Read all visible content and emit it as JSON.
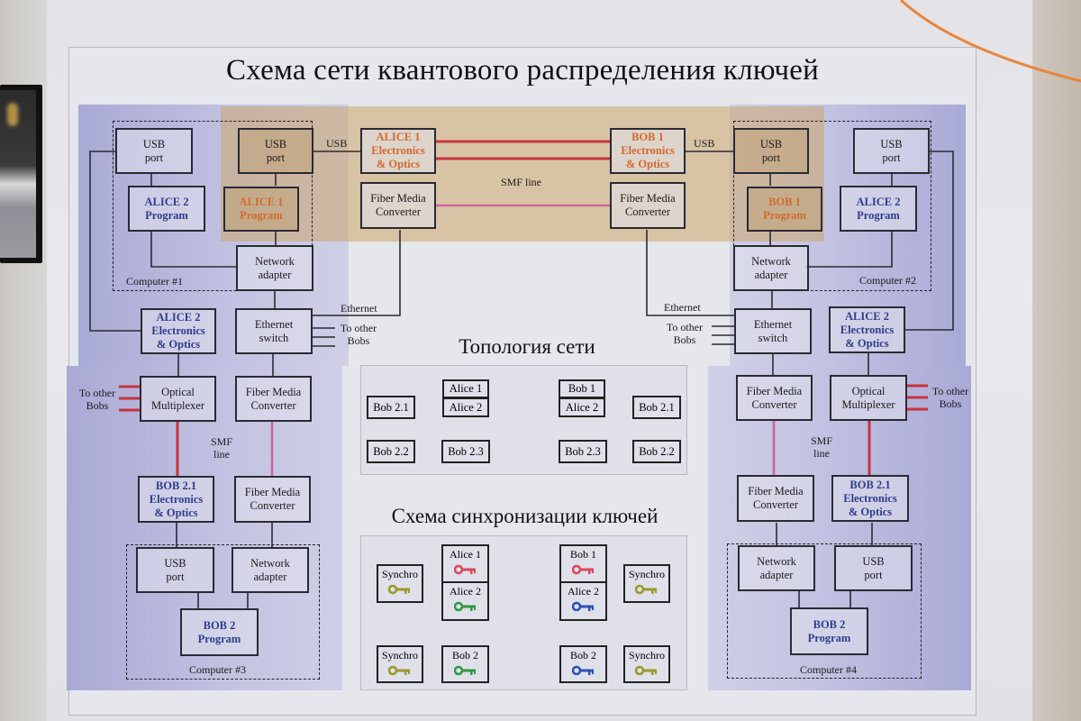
{
  "title": "Схема сети квантового распределения ключей",
  "colors": {
    "quantum_line": "#c6343c",
    "fiber_line": "#d0649a",
    "alice_bob1_accent": "#d36a2b",
    "alice_bob2_accent": "#2d3d8c",
    "key_red": "#d9485a",
    "key_green": "#2e9a45",
    "key_blue": "#3150b0",
    "key_olive": "#9a9a2a"
  },
  "main": {
    "usb_label": "USB",
    "smf_line": "SMF line",
    "ethernet": "Ethernet",
    "to_other_bobs": "To other Bobs",
    "smf": "SMF",
    "line": "line",
    "computer1": {
      "label": "Computer #1",
      "usb_port_a": [
        "USB",
        "port"
      ],
      "usb_port_b": [
        "USB",
        "port"
      ],
      "alice2_program": [
        "ALICE 2",
        "Program"
      ],
      "alice1_program": [
        "ALICE 1",
        "Program"
      ],
      "network_adapter": [
        "Network",
        "adapter"
      ]
    },
    "computer2": {
      "label": "Computer #2",
      "usb_port_a": [
        "USB",
        "port"
      ],
      "usb_port_b": [
        "USB",
        "port"
      ],
      "bob1_program": [
        "BOB 1",
        "Program"
      ],
      "alice2_program": [
        "ALICE 2",
        "Program"
      ],
      "network_adapter": [
        "Network",
        "adapter"
      ]
    },
    "alice1_eo": [
      "ALICE 1",
      "Electronics",
      "& Optics"
    ],
    "bob1_eo": [
      "BOB 1",
      "Electronics",
      "& Optics"
    ],
    "fmc_top_left": [
      "Fiber Media",
      "Converter"
    ],
    "fmc_top_right": [
      "Fiber Media",
      "Converter"
    ],
    "left": {
      "alice2_eo": [
        "ALICE 2",
        "Electronics",
        "& Optics"
      ],
      "eth_switch": [
        "Ethernet",
        "switch"
      ],
      "optical_mux": [
        "Optical",
        "Multiplexer"
      ],
      "fmc1": [
        "Fiber Media",
        "Converter"
      ],
      "bob21_eo": [
        "BOB 2.1",
        "Electronics",
        "& Optics"
      ],
      "fmc2": [
        "Fiber Media",
        "Converter"
      ]
    },
    "right": {
      "alice2_eo": [
        "ALICE 2",
        "Electronics",
        "& Optics"
      ],
      "eth_switch": [
        "Ethernet",
        "switch"
      ],
      "optical_mux": [
        "Optical",
        "Multiplexer"
      ],
      "fmc1": [
        "Fiber Media",
        "Converter"
      ],
      "bob21_eo": [
        "BOB 2.1",
        "Electronics",
        "& Optics"
      ],
      "fmc2": [
        "Fiber Media",
        "Converter"
      ]
    },
    "computer3": {
      "label": "Computer #3",
      "usb_port": [
        "USB",
        "port"
      ],
      "network_adapter": [
        "Network",
        "adapter"
      ],
      "bob2_program": [
        "BOB 2",
        "Program"
      ]
    },
    "computer4": {
      "label": "Computer #4",
      "usb_port": [
        "USB",
        "port"
      ],
      "network_adapter": [
        "Network",
        "adapter"
      ],
      "bob2_program": [
        "BOB 2",
        "Program"
      ]
    }
  },
  "topology": {
    "title": "Топология сети",
    "left": {
      "top": "Alice 1",
      "bottom": "Alice 2",
      "b21": "Bob 2.1",
      "b22": "Bob 2.2",
      "b23": "Bob 2.3"
    },
    "right": {
      "top": "Bob 1",
      "bottom": "Alice 2",
      "b21": "Bob 2.1",
      "b22": "Bob 2.2",
      "b23": "Bob 2.3"
    }
  },
  "sync": {
    "title": "Схема синхронизации ключей",
    "left": {
      "a1": "Alice 1",
      "a2": "Alice 2",
      "bob2": "Bob 2",
      "synchro_top": "Synchro",
      "synchro_bottom": "Synchro"
    },
    "right": {
      "b1": "Bob 1",
      "a2": "Alice 2",
      "bob2": "Bob 2",
      "synchro_top": "Synchro",
      "synchro_bottom": "Synchro"
    },
    "key_icon": "key-icon"
  }
}
